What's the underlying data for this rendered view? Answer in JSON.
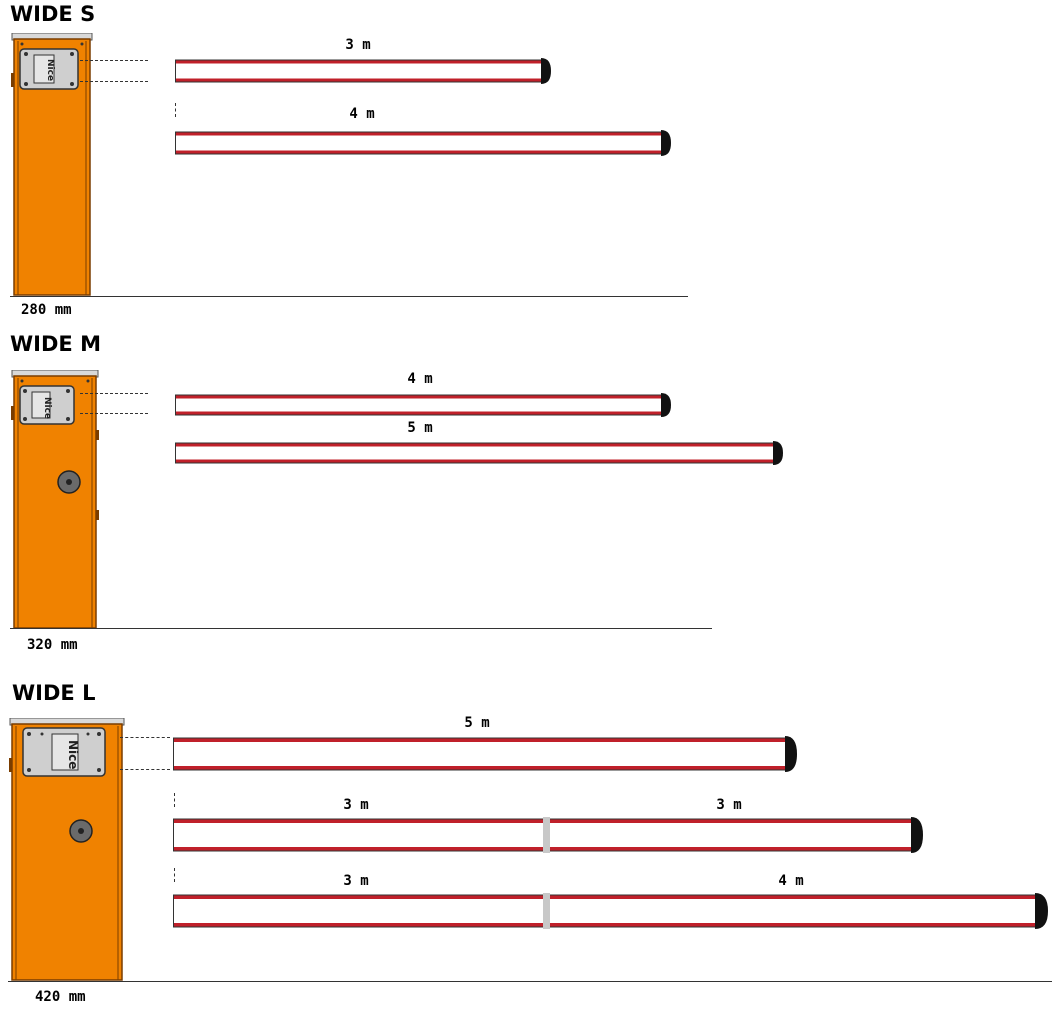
{
  "models": [
    {
      "name": "WIDE S",
      "cabinet_width": "280 mm",
      "booms": [
        {
          "segments": [
            {
              "label": "3 m"
            }
          ]
        },
        {
          "segments": [
            {
              "label": "4 m"
            }
          ]
        }
      ]
    },
    {
      "name": "WIDE M",
      "cabinet_width": "320 mm",
      "booms": [
        {
          "segments": [
            {
              "label": "4 m"
            }
          ]
        },
        {
          "segments": [
            {
              "label": "5 m"
            }
          ]
        }
      ]
    },
    {
      "name": "WIDE L",
      "cabinet_width": "420 mm",
      "booms": [
        {
          "segments": [
            {
              "label": "5 m"
            }
          ]
        },
        {
          "segments": [
            {
              "label": "3 m"
            },
            {
              "label": "3 m"
            }
          ]
        },
        {
          "segments": [
            {
              "label": "3 m"
            },
            {
              "label": "4 m"
            }
          ]
        }
      ]
    }
  ],
  "logo_text": "Nice",
  "colors": {
    "cabinet": "#F08200",
    "cabinet_edge": "#7a3d00",
    "boom_stripe": "#C0202A",
    "boom_white": "#ffffff",
    "joint": "#c8c8c8",
    "end_cap": "#111111"
  }
}
